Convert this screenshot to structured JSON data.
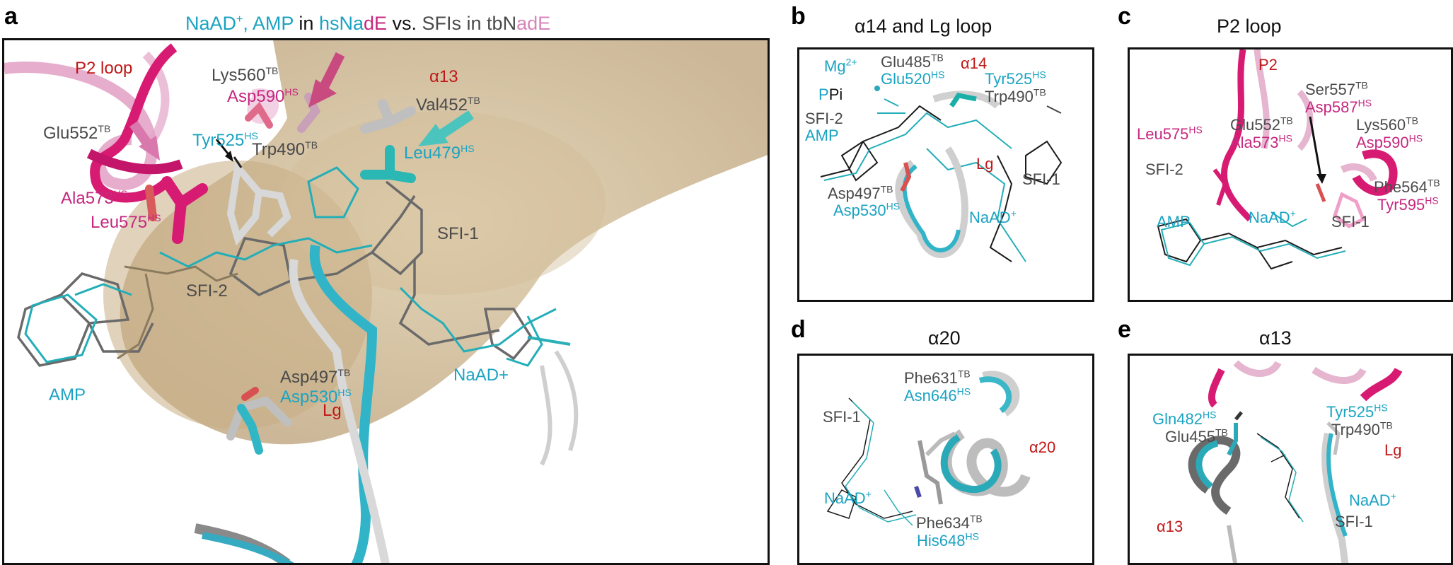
{
  "figure": {
    "panel_a": {
      "letter": "a",
      "title_parts": [
        {
          "text": "NaAD",
          "color": "cyan"
        },
        {
          "text": "+",
          "color": "cyan",
          "sup": true
        },
        {
          "text": ", AMP",
          "color": "cyan"
        },
        {
          "text": " in ",
          "color": "black"
        },
        {
          "text": "hsNa",
          "color": "cyan"
        },
        {
          "text": "dE",
          "color": "magenta"
        },
        {
          "text": " vs. ",
          "color": "black"
        },
        {
          "text": "SFIs in tbN",
          "color": "gray"
        },
        {
          "text": "adE",
          "color": "pink"
        }
      ],
      "labels": {
        "p2_loop": "P2 loop",
        "glu552": "Glu552",
        "glu552_sup": "TB",
        "lys560": "Lys560",
        "lys560_sup": "TB",
        "asp590": "Asp590",
        "asp590_sup": "HS",
        "tyr525": "Tyr525",
        "tyr525_sup": "HS",
        "trp490": "Trp490",
        "trp490_sup": "TB",
        "alpha13": "α13",
        "val452": "Val452",
        "val452_sup": "TB",
        "leu479": "Leu479",
        "leu479_sup": "HS",
        "ala573": "Ala573",
        "ala573_sup": "HS",
        "leu575": "Leu575",
        "leu575_sup": "HS",
        "sfi1": "SFI-1",
        "sfi2": "SFI-2",
        "amp": "AMP",
        "asp497": "Asp497",
        "asp497_sup": "TB",
        "asp530": "Asp530",
        "asp530_sup": "HS",
        "lg": "Lg",
        "naad": "NaAD+"
      }
    },
    "panel_b": {
      "letter": "b",
      "title": "α14 and Lg loop",
      "labels": {
        "mg": "Mg",
        "mg_sup": "2+",
        "ppi_p": "P",
        "ppi_rest": "Pi",
        "glu485": "Glu485",
        "glu485_sup": "TB",
        "glu520": "Glu520",
        "glu520_sup": "HS",
        "alpha14": "α14",
        "tyr525": "Tyr525",
        "tyr525_sup": "HS",
        "trp490": "Trp490",
        "trp490_sup": "TB",
        "sfi2": "SFI-2",
        "amp": "AMP",
        "lg": "Lg",
        "sfi1": "SFI-1",
        "asp497": "Asp497",
        "asp497_sup": "TB",
        "asp530": "Asp530",
        "asp530_sup": "HS",
        "naad": "NaAD",
        "naad_sup": "+"
      }
    },
    "panel_c": {
      "letter": "c",
      "title": "P2 loop",
      "labels": {
        "p2": "P2",
        "ser557": "Ser557",
        "ser557_sup": "TB",
        "asp587": "Asp587",
        "asp587_sup": "HS",
        "leu575": "Leu575",
        "leu575_sup": "HS",
        "glu552": "Glu552",
        "glu552_sup": "TB",
        "ala573": "Ala573",
        "ala573_sup": "HS",
        "lys560": "Lys560",
        "lys560_sup": "TB",
        "asp590": "Asp590",
        "asp590_sup": "HS",
        "sfi2": "SFI-2",
        "phe564": "Phe564",
        "phe564_sup": "TB",
        "tyr595": "Tyr595",
        "tyr595_sup": "HS",
        "amp": "AMP",
        "naad": "NaAD",
        "naad_sup": "+",
        "sfi1": "SFI-1"
      }
    },
    "panel_d": {
      "letter": "d",
      "title": "α20",
      "labels": {
        "phe631": "Phe631",
        "phe631_sup": "TB",
        "asn646": "Asn646",
        "asn646_sup": "HS",
        "sfi1": "SFI-1",
        "alpha20": "α20",
        "naad": "NaAD",
        "naad_sup": "+",
        "phe634": "Phe634",
        "phe634_sup": "TB",
        "his648": "His648",
        "his648_sup": "HS"
      }
    },
    "panel_e": {
      "letter": "e",
      "title": "α13",
      "labels": {
        "gln482": "Gln482",
        "gln482_sup": "HS",
        "glu455": "Glu455",
        "glu455_sup": "TB",
        "tyr525": "Tyr525",
        "tyr525_sup": "HS",
        "trp490": "Trp490",
        "trp490_sup": "TB",
        "lg": "Lg",
        "naad": "NaAD",
        "naad_sup": "+",
        "alpha13": "α13",
        "sfi1": "SFI-1"
      }
    },
    "colors": {
      "cyan": "#1aa3c2",
      "magenta": "#d81b72",
      "pink": "#e3a4c8",
      "gray": "#8c8c8c",
      "tunnel": "#c9b28a",
      "label_red": "#c01818"
    }
  }
}
